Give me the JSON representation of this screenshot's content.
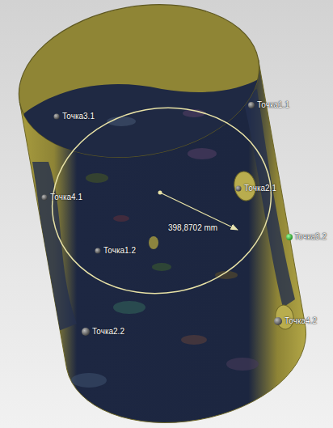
{
  "diagram": {
    "labels": [
      "Точка1.1",
      "Точка3.1",
      "Точка4.1",
      "Точка2.1",
      "398,8702 mm",
      "Точка3.2",
      "Точка1.2",
      "Точка4.2",
      "Точка2.2"
    ]
  }
}
